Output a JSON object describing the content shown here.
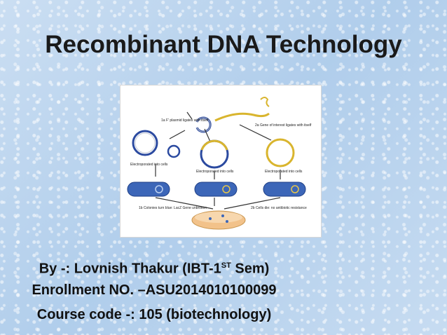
{
  "slide": {
    "title": "Recombinant DNA Technology",
    "author_prefix": "By -: Lovnish Thakur (IBT-1",
    "author_sup": "ST",
    "author_suffix": " Sem)",
    "enrollment": "Enrollment NO. –ASU2014010100099",
    "course": "Course code -: 105 (biotechnology)"
  },
  "figure": {
    "label_1a": "1a F' plasmid ligates with itself",
    "label_2a": "2a Gene of interest ligates with itself",
    "label_electro_left": "Electroporated into cells",
    "label_electro_mid": "Electroporated into cells",
    "label_electro_right": "Electroporated into cells",
    "label_1b": "1b Colonies turn blue: LacZ Gene unbroken",
    "label_2b": "2b Cells die: no antibiotic resistance"
  }
}
